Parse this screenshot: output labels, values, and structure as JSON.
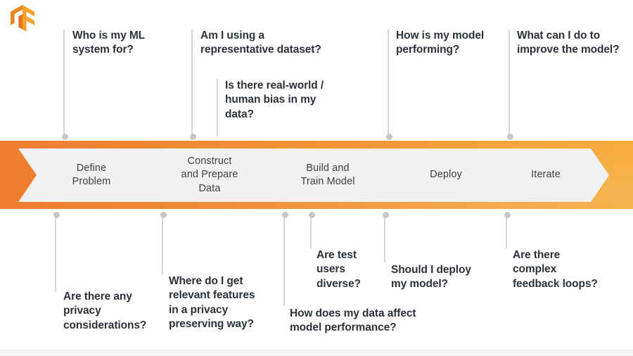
{
  "logo": {
    "name": "tensorflow-logo",
    "colors": {
      "light": "#f59B32",
      "mid": "#ef8b2c",
      "dark": "#e8791f"
    }
  },
  "banner": {
    "gradient_start": "#ed7d2f",
    "gradient_end": "#f7ad40",
    "chevron_fill": "#f1f1f1"
  },
  "stages": [
    {
      "id": "define-problem",
      "label": "Define\nProblem"
    },
    {
      "id": "construct-prepare-data",
      "label": "Construct\nand Prepare\nData"
    },
    {
      "id": "build-train-model",
      "label": "Build and\nTrain Model"
    },
    {
      "id": "deploy",
      "label": "Deploy"
    },
    {
      "id": "iterate",
      "label": "Iterate"
    }
  ],
  "top_callouts": [
    {
      "id": "who-is-my-ml-system-for",
      "text": "Who is my ML\nsystem for?"
    },
    {
      "id": "am-i-using-representative-dataset",
      "text": "Am I using a\nrepresentative dataset?"
    },
    {
      "id": "real-world-human-bias",
      "text": "Is there real-world /\nhuman bias in my\ndata?"
    },
    {
      "id": "how-is-my-model-performing",
      "text": "How is my model\nperforming?"
    },
    {
      "id": "what-can-i-do-to-improve",
      "text": "What can I do to\nimprove the model?"
    }
  ],
  "bottom_callouts": [
    {
      "id": "privacy-considerations",
      "text": "Are there any\nprivacy\nconsiderations?"
    },
    {
      "id": "relevant-features-privacy",
      "text": "Where do I get\nrelevant features\nin a privacy\npreserving way?"
    },
    {
      "id": "how-does-data-affect-performance",
      "text": "How does my data affect\nmodel performance?"
    },
    {
      "id": "are-test-users-diverse",
      "text": "Are test\nusers\ndiverse?"
    },
    {
      "id": "should-i-deploy-my-model",
      "text": "Should I deploy\nmy model?"
    },
    {
      "id": "complex-feedback-loops",
      "text": "Are there\ncomplex\nfeedback loops?"
    }
  ]
}
